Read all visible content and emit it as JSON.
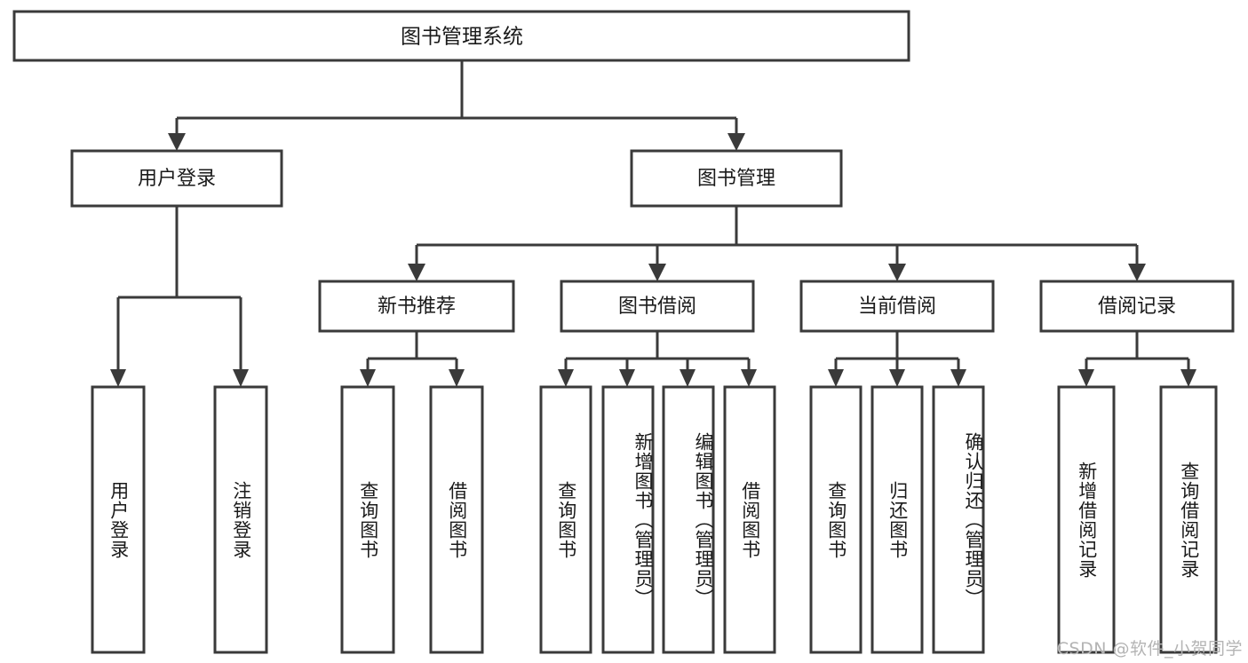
{
  "diagram": {
    "title": "图书管理系统",
    "type": "hierarchy-tree",
    "watermark": "CSDN @软件_小贺同学",
    "colors": {
      "stroke": "#3a3a3a",
      "fill": "#ffffff",
      "text": "#1a1a1a",
      "watermark": "#b4b4b4",
      "background": "#ffffff"
    },
    "root": {
      "label": "图书管理系统"
    },
    "level2": [
      {
        "label": "用户登录"
      },
      {
        "label": "图书管理"
      }
    ],
    "level3": [
      {
        "label": "新书推荐"
      },
      {
        "label": "图书借阅"
      },
      {
        "label": "当前借阅"
      },
      {
        "label": "借阅记录"
      }
    ],
    "leaves": {
      "user_login": [
        {
          "label": "用户登录"
        },
        {
          "label": "注销登录"
        }
      ],
      "new_book_recommend": [
        {
          "label": "查询图书"
        },
        {
          "label": "借阅图书"
        }
      ],
      "book_borrow": [
        {
          "label": "查询图书"
        },
        {
          "label": "新增图书（管理员）"
        },
        {
          "label": "编辑图书（管理员）"
        },
        {
          "label": "借阅图书"
        }
      ],
      "current_borrow": [
        {
          "label": "查询图书"
        },
        {
          "label": "归还图书"
        },
        {
          "label": "确认归还（管理员）"
        }
      ],
      "borrow_record": [
        {
          "label": "新增借阅记录"
        },
        {
          "label": "查询借阅记录"
        }
      ]
    }
  }
}
